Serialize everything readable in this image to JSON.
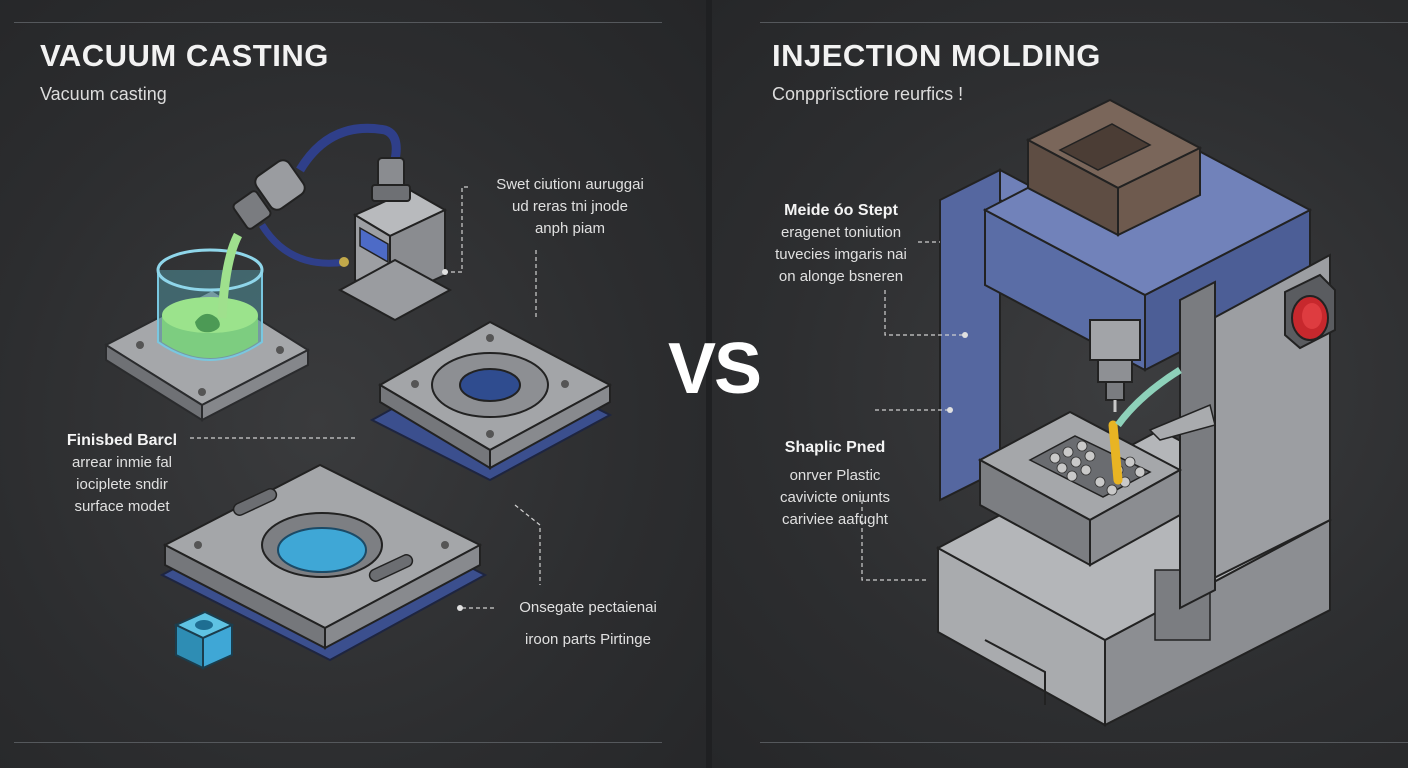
{
  "left": {
    "title": "VACUUM CASTING",
    "subtitle": "Vacuum casting",
    "callout_top": [
      "Swet ciutionı auruggai",
      "ud reras tni jnode",
      "anph piam"
    ],
    "callout_left": {
      "heading": "Finisbed Barcl",
      "lines": [
        "arrear inmie fal",
        "iociplete sndir",
        "surface modet"
      ]
    },
    "callout_bottom": [
      "Onsegate pectaienai",
      "iroon parts Pirtinge"
    ]
  },
  "vs": "VS",
  "right": {
    "title": "INJECTION MOLDING",
    "subtitle": "Conpprïsctiore reurfics !",
    "callout_top": {
      "heading": "Meide óo Stept",
      "lines": [
        "eragenet toniution",
        "tuvecies imgaris nai",
        "on alonge bsneren"
      ]
    },
    "callout_mid": {
      "heading": "Shaplic Pned",
      "lines": [
        "onrver Plastic",
        "cavivicte oniunts",
        "cariviee aafught"
      ]
    }
  },
  "colors": {
    "background": "#2b2c2e",
    "metal": "#8e9094",
    "blue_frame": "#5a6da6",
    "resin_green": "#7fd67a",
    "cavity_blue": "#3fa7d6",
    "stop_red": "#c7282d",
    "brown_block": "#6e5a4e"
  }
}
